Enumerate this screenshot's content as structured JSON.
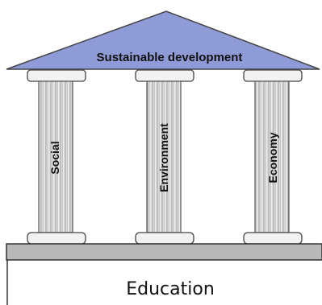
{
  "roof": {
    "label": "Sustainable development",
    "fill": "#8f9bd6"
  },
  "pillars": [
    {
      "label": "Social"
    },
    {
      "label": "Environment"
    },
    {
      "label": "Economy"
    }
  ],
  "foundation": {
    "label": "Education",
    "fill": "#b8b8b8"
  }
}
